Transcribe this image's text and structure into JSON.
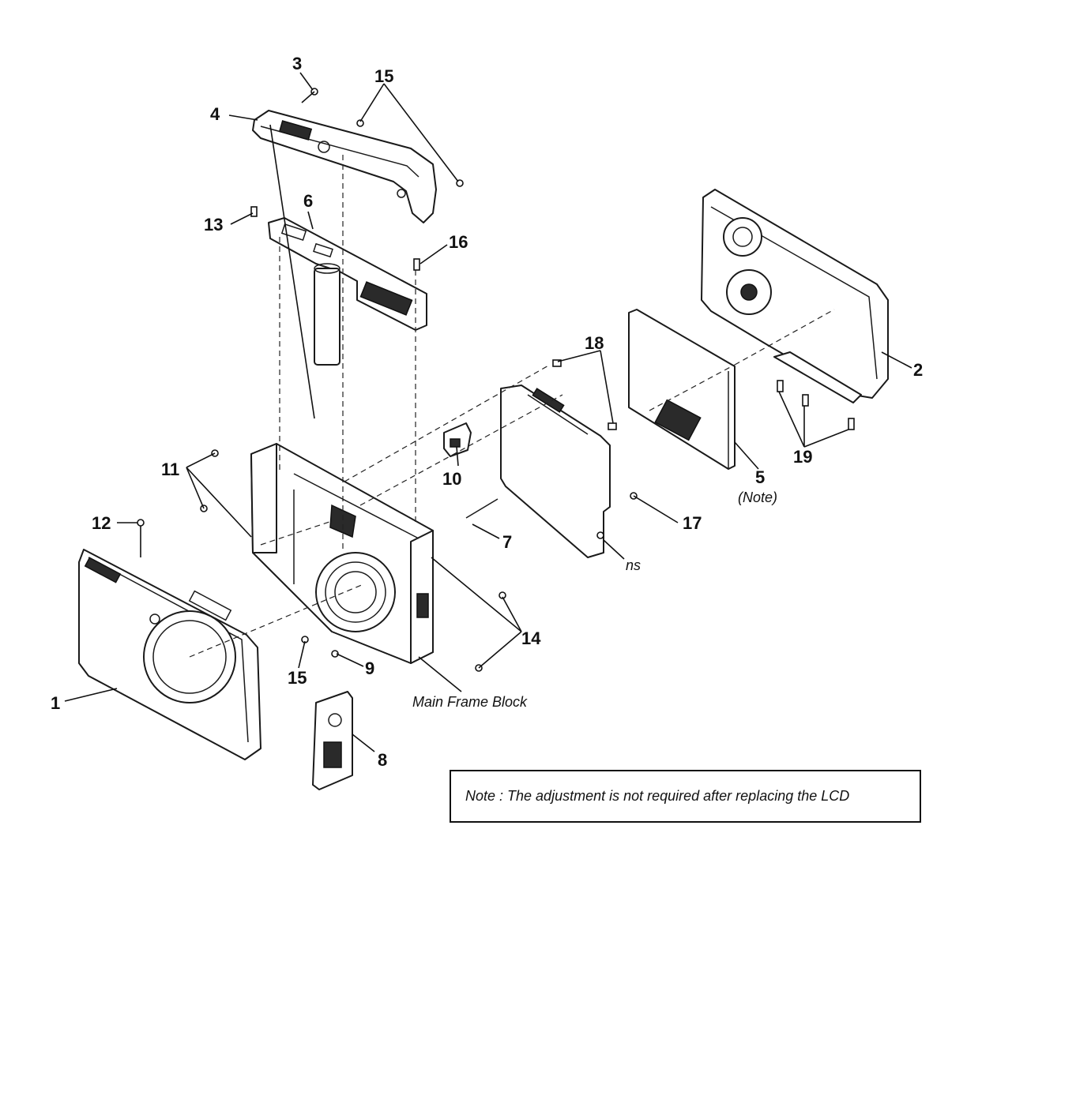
{
  "callouts": {
    "c1": "1",
    "c2": "2",
    "c3": "3",
    "c4": "4",
    "c5": "5",
    "c6": "6",
    "c7": "7",
    "c8": "8",
    "c9": "9",
    "c10": "10",
    "c11": "11",
    "c12": "12",
    "c13": "13",
    "c14": "14",
    "c15a": "15",
    "c15b": "15",
    "c16": "16",
    "c17": "17",
    "c18": "18",
    "c19": "19"
  },
  "labels": {
    "note_ref": "(Note)",
    "main_frame": "Main Frame Block",
    "ns": "ns"
  },
  "note": {
    "text": "Note : The adjustment is not required after replacing the LCD"
  }
}
